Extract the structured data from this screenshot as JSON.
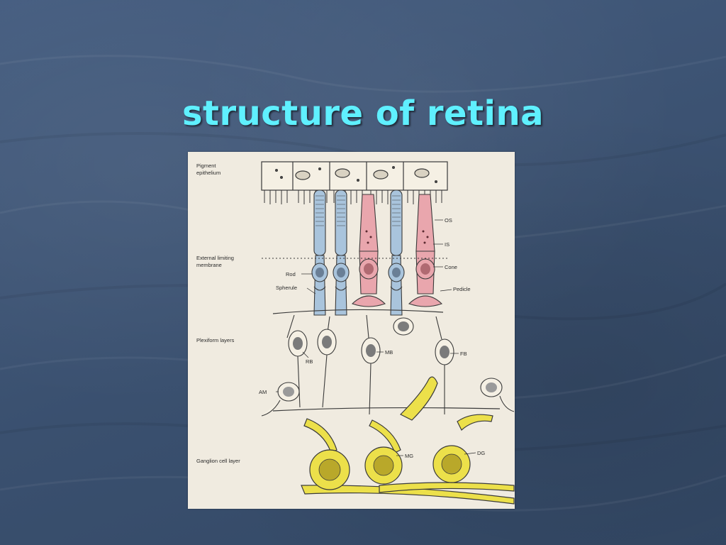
{
  "slide": {
    "title": "structure of retina"
  },
  "diagram": {
    "layer_labels": {
      "pigment_line1": "Pigment",
      "pigment_line2": "epithelium",
      "elm_line1": "External limiting",
      "elm_line2": "membrane",
      "plexiform": "Plexiform layers",
      "ganglion": "Ganglion cell layer"
    },
    "cell_labels": {
      "os": "OS",
      "is": "IS",
      "cone": "Cone",
      "pedicle": "Pedicle",
      "rod": "Rod",
      "spherule": "Spherule",
      "rb": "RB",
      "mb": "MB",
      "fb": "FB",
      "am": "AM",
      "mg": "MG",
      "dg": "DG"
    },
    "colors": {
      "rod": "#a9c4dc",
      "cone": "#e9a6ad",
      "ganglion": "#ece04a",
      "outline": "#3a3a3a",
      "paper": "#f0ebe0"
    }
  }
}
